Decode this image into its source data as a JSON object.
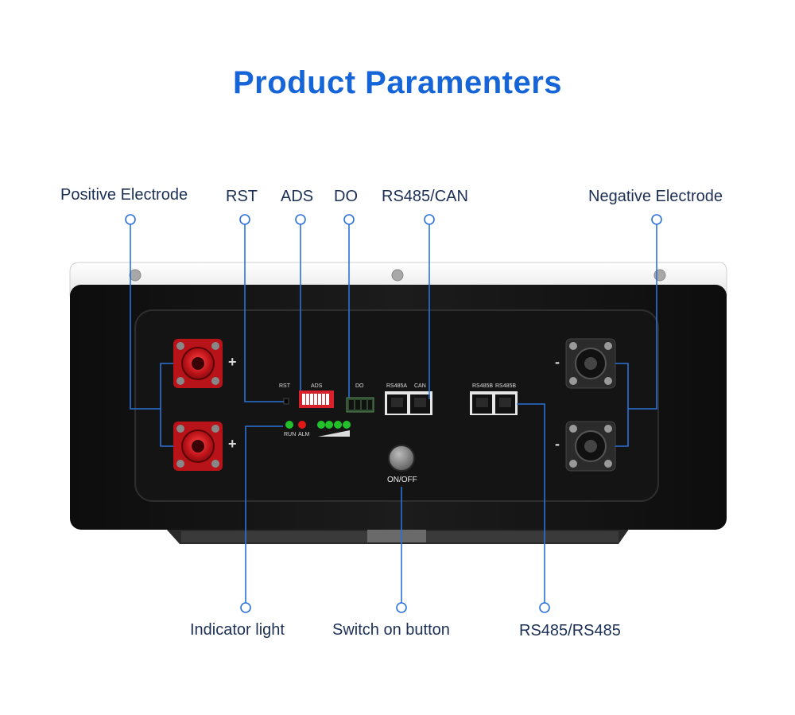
{
  "title": "Product Paramenters",
  "callouts": {
    "positive_electrode": "Positive Electrode",
    "rst": "RST",
    "ads": "ADS",
    "do": "DO",
    "rs485_can": "RS485/CAN",
    "negative_electrode": "Negative Electrode",
    "indicator_light": "Indicator light",
    "switch_on_button": "Switch on button",
    "rs485_rs485": "RS485/RS485"
  },
  "panel_labels": {
    "rst": "RST",
    "ads": "ADS",
    "do": "DO",
    "rs485a": "RS485A",
    "can": "CAN",
    "rs485b_1": "RS485B",
    "rs485b_2": "RS485B",
    "run": "RUN",
    "alm": "ALM",
    "onoff": "ON/OFF",
    "plus_1": "+",
    "plus_2": "+",
    "minus_1": "-",
    "minus_2": "-"
  },
  "colors": {
    "title": "#1565d8",
    "leader_line": "#2a72d6",
    "callout_text": "#1c2f55",
    "run_led": "#22c02a",
    "alm_led": "#e01818",
    "positive_terminal": "#c0141a"
  }
}
